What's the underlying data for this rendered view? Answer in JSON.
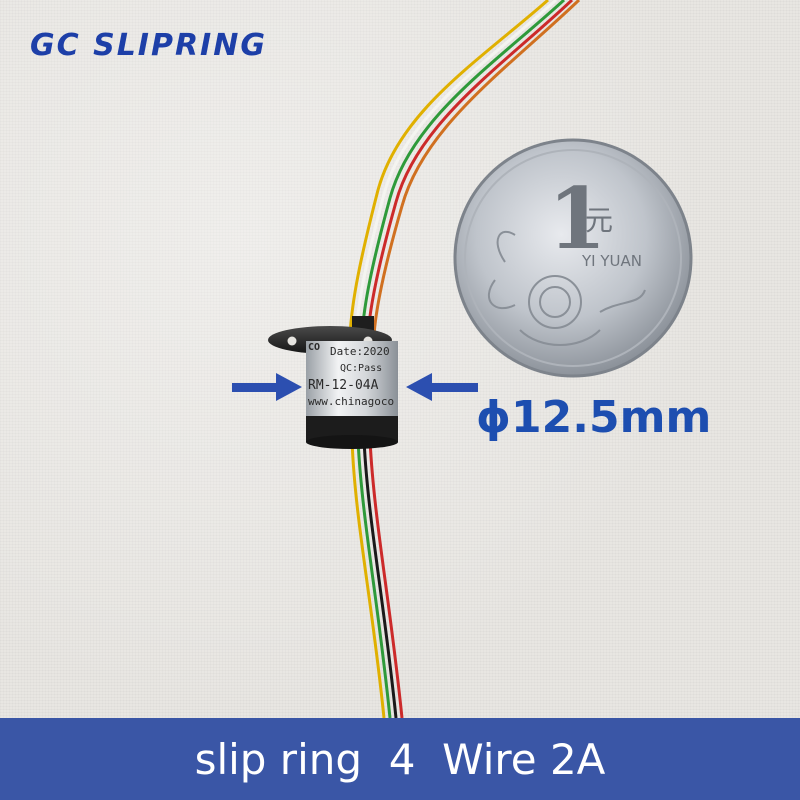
{
  "brand": {
    "name": "GC SLIPRING"
  },
  "slip_ring": {
    "date_label": "Date:2020",
    "qc_label": "QC:Pass",
    "model_label": "RM-12-04A",
    "website_label": "www.chinagoco",
    "logo_text": "CO"
  },
  "coin": {
    "denomination": "1",
    "character": "元",
    "romanized": "YI YUAN"
  },
  "dimension": {
    "label": "ϕ12.5mm"
  },
  "banner": {
    "text": "slip ring  4  Wire 2A"
  },
  "colors": {
    "brand_blue": "#1d3fa8",
    "banner_blue": "#3a56a6",
    "arrow_blue": "#2c4fb0",
    "dimension_blue": "#1d4eb0",
    "wires": [
      "#e0b000",
      "#2e9a3a",
      "#cc2a2a",
      "#1a1a1a"
    ]
  }
}
